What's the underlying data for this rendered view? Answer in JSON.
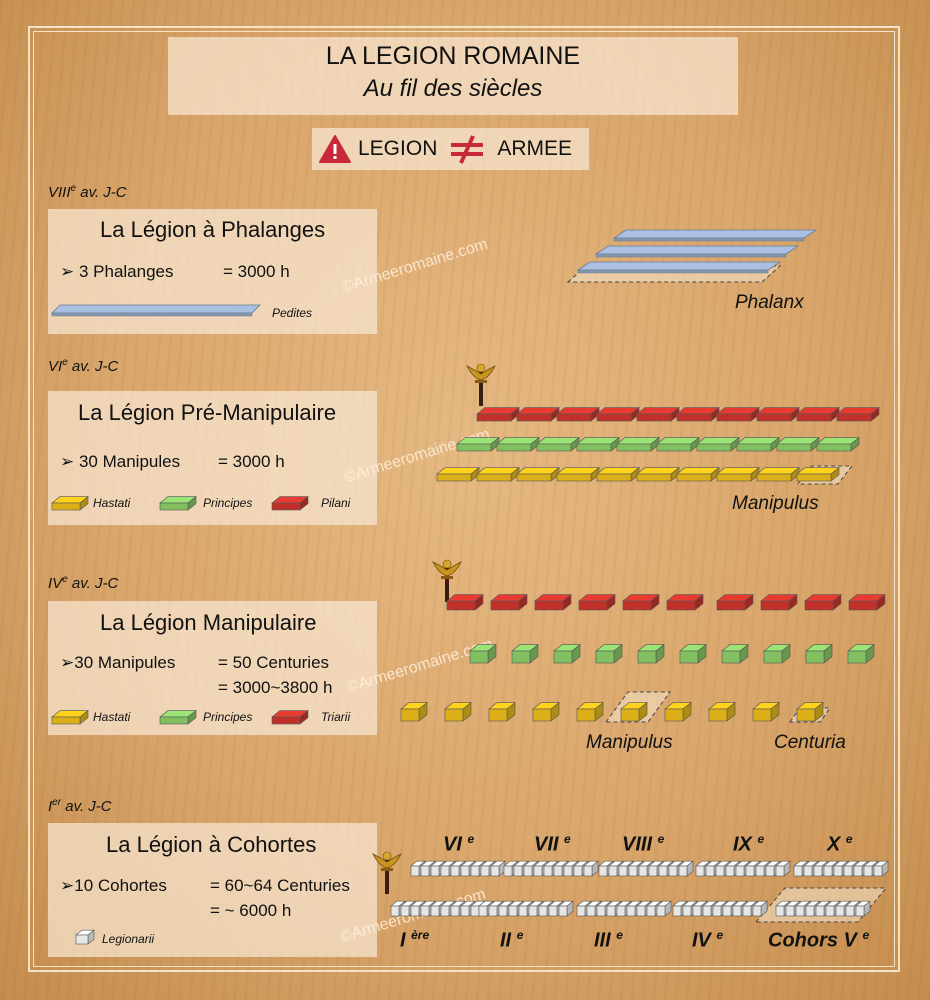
{
  "title": {
    "line1": "LA LEGION ROMAINE",
    "line2": "Au fil des siècles"
  },
  "warning": {
    "left": "LEGION",
    "right": "ARMEE"
  },
  "watermark": "©Armeeromaine.com",
  "colors": {
    "pedites": "#a9c0e2",
    "hastati": "#f2c21a",
    "principes": "#8fd46b",
    "pilani": "#d6362d",
    "legionarii": "#ffffff",
    "warning_red": "#c7283a"
  },
  "eras": [
    {
      "main": "VIII",
      "sup": "e",
      "rest": " av. J-C"
    },
    {
      "main": "VI",
      "sup": "e",
      "rest": " av. J-C"
    },
    {
      "main": "IV",
      "sup": "e",
      "rest": " av. J-C"
    },
    {
      "main": "I",
      "sup": "er",
      "rest": " av. J-C"
    }
  ],
  "sections": [
    {
      "title_plain": "La Légion à ",
      "title_bold": "Phalanges",
      "line1_left": "➢ 3 Phalanges",
      "line1_right": "=  3000 h",
      "legend": [
        "Pedites"
      ],
      "diagram_label": "Phalanx"
    },
    {
      "title_plain": "La Légion ",
      "title_bold": "Pré-Manipulaire",
      "line1_left": "➢ 30 Manipules",
      "line1_right": "=  3000 h",
      "legend": [
        "Hastati",
        "Principes",
        "Pilani"
      ],
      "diagram_label": "Manipulus"
    },
    {
      "title_plain": "La Légion ",
      "title_bold": "Manipulaire",
      "line1_left": "➢30 Manipules",
      "line1_right": "=  50 Centuries",
      "line2_right": "= 3000~3800 h",
      "legend": [
        "Hastati",
        "Principes",
        "Triarii"
      ],
      "diagram_label": "Manipulus",
      "diagram_label2": "Centuria"
    },
    {
      "title_plain": "La Légion à ",
      "title_bold": "Cohortes",
      "line1_left": "➢10 Cohortes",
      "line1_right": "=  60~64 Centuries",
      "line2_right": "=  ~ 6000 h",
      "legend": [
        "Legionarii"
      ]
    }
  ],
  "cohorts_top": [
    {
      "num": "VI",
      "sup": "e"
    },
    {
      "num": "VII",
      "sup": "e"
    },
    {
      "num": "VIII",
      "sup": "e"
    },
    {
      "num": "IX",
      "sup": "e"
    },
    {
      "num": "X",
      "sup": "e"
    }
  ],
  "cohorts_bottom": [
    {
      "num": "I",
      "sup": "ère"
    },
    {
      "num": "II",
      "sup": "e"
    },
    {
      "num": "III",
      "sup": "e"
    },
    {
      "num": "IV",
      "sup": "e"
    },
    {
      "num": "Cohors V",
      "sup": "e"
    }
  ]
}
